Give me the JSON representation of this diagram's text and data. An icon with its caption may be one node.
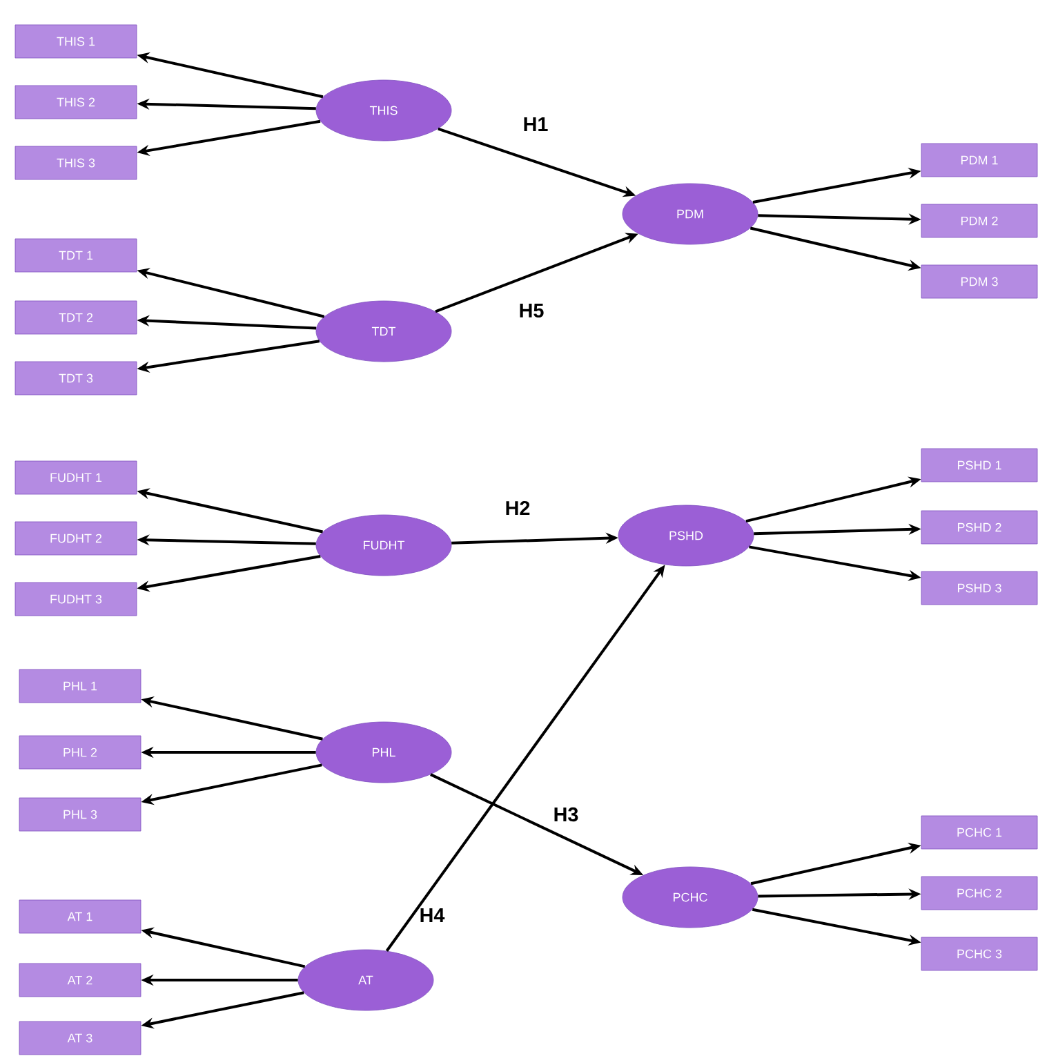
{
  "diagram": {
    "nodes": [
      {
        "text": [
          "THIS"
        ]
      },
      {
        "text": [
          "THIS 1"
        ]
      },
      {
        "text": [
          "THIS 2"
        ]
      },
      {
        "text": [
          "THIS 3"
        ]
      },
      {
        "text": [
          "TDT"
        ]
      },
      {
        "text": [
          "TDT 1"
        ]
      },
      {
        "text": [
          "TDT 2"
        ]
      },
      {
        "text": [
          "TDT 3"
        ]
      },
      {
        "text": [
          "PDM"
        ]
      },
      {
        "text": [
          "PDM 1"
        ]
      },
      {
        "text": [
          "PDM 2"
        ]
      },
      {
        "text": [
          "PDM 3"
        ]
      },
      {
        "text": [
          "FUDHT"
        ]
      },
      {
        "text": [
          "FUDHT 1"
        ]
      },
      {
        "text": [
          "FUDHT 2"
        ]
      },
      {
        "text": [
          "FUDHT 3"
        ]
      },
      {
        "text": [
          "PSHD"
        ]
      },
      {
        "text": [
          "PSHD 1"
        ]
      },
      {
        "text": [
          "PSHD 2"
        ]
      },
      {
        "text": [
          "PSHD 3"
        ]
      },
      {
        "text": [
          "PHL"
        ]
      },
      {
        "text": [
          "PHL 1"
        ]
      },
      {
        "text": [
          "PHL 2"
        ]
      },
      {
        "text": [
          "PHL 3"
        ]
      },
      {
        "text": [
          "PCHC"
        ]
      },
      {
        "text": [
          "PCHC 1"
        ]
      },
      {
        "text": [
          "PCHC 2"
        ]
      },
      {
        "text": [
          "PCHC 3"
        ]
      },
      {
        "text": [
          "AT"
        ]
      },
      {
        "text": [
          "AT 1"
        ]
      },
      {
        "text": [
          "AT 2"
        ]
      },
      {
        "text": [
          "AT 3"
        ]
      }
    ],
    "edges": [
      {
        "from": 0,
        "to": 1,
        "arrow": "to"
      },
      {
        "from": 0,
        "to": 2,
        "arrow": "to"
      },
      {
        "from": 0,
        "to": 3,
        "arrow": "to"
      },
      {
        "from": 4,
        "to": 5,
        "arrow": "to"
      },
      {
        "from": 4,
        "to": 6,
        "arrow": "to"
      },
      {
        "from": 4,
        "to": 7,
        "arrow": "to"
      },
      {
        "from": 8,
        "to": 9,
        "arrow": "to"
      },
      {
        "from": 8,
        "to": 10,
        "arrow": "to"
      },
      {
        "from": 8,
        "to": 11,
        "arrow": "to"
      },
      {
        "from": 12,
        "to": 13,
        "arrow": "to"
      },
      {
        "from": 12,
        "to": 14,
        "arrow": "to"
      },
      {
        "from": 12,
        "to": 15,
        "arrow": "to"
      },
      {
        "from": 16,
        "to": 17,
        "arrow": "to"
      },
      {
        "from": 16,
        "to": 18,
        "arrow": "to"
      },
      {
        "from": 16,
        "to": 19,
        "arrow": "to"
      },
      {
        "from": 20,
        "to": 21,
        "arrow": "to"
      },
      {
        "from": 20,
        "to": 22,
        "arrow": "to"
      },
      {
        "from": 20,
        "to": 23,
        "arrow": "to"
      },
      {
        "from": 24,
        "to": 25,
        "arrow": "to"
      },
      {
        "from": 24,
        "to": 26,
        "arrow": "to"
      },
      {
        "from": 24,
        "to": 27,
        "arrow": "to"
      },
      {
        "from": 28,
        "to": 29,
        "arrow": "to"
      },
      {
        "from": 28,
        "to": 30,
        "arrow": "to"
      },
      {
        "from": 28,
        "to": 31,
        "arrow": "to"
      },
      {
        "from": 0,
        "to": 8,
        "arrow": "to",
        "label": "H1"
      },
      {
        "from": 4,
        "to": 8,
        "arrow": "to",
        "label": "H5"
      },
      {
        "from": 12,
        "to": 16,
        "arrow": "to",
        "label": "H2"
      },
      {
        "from": 20,
        "to": 24,
        "arrow": "to",
        "label": "H3"
      },
      {
        "from": 28,
        "to": 16,
        "arrow": "to",
        "label": "H4"
      }
    ]
  }
}
